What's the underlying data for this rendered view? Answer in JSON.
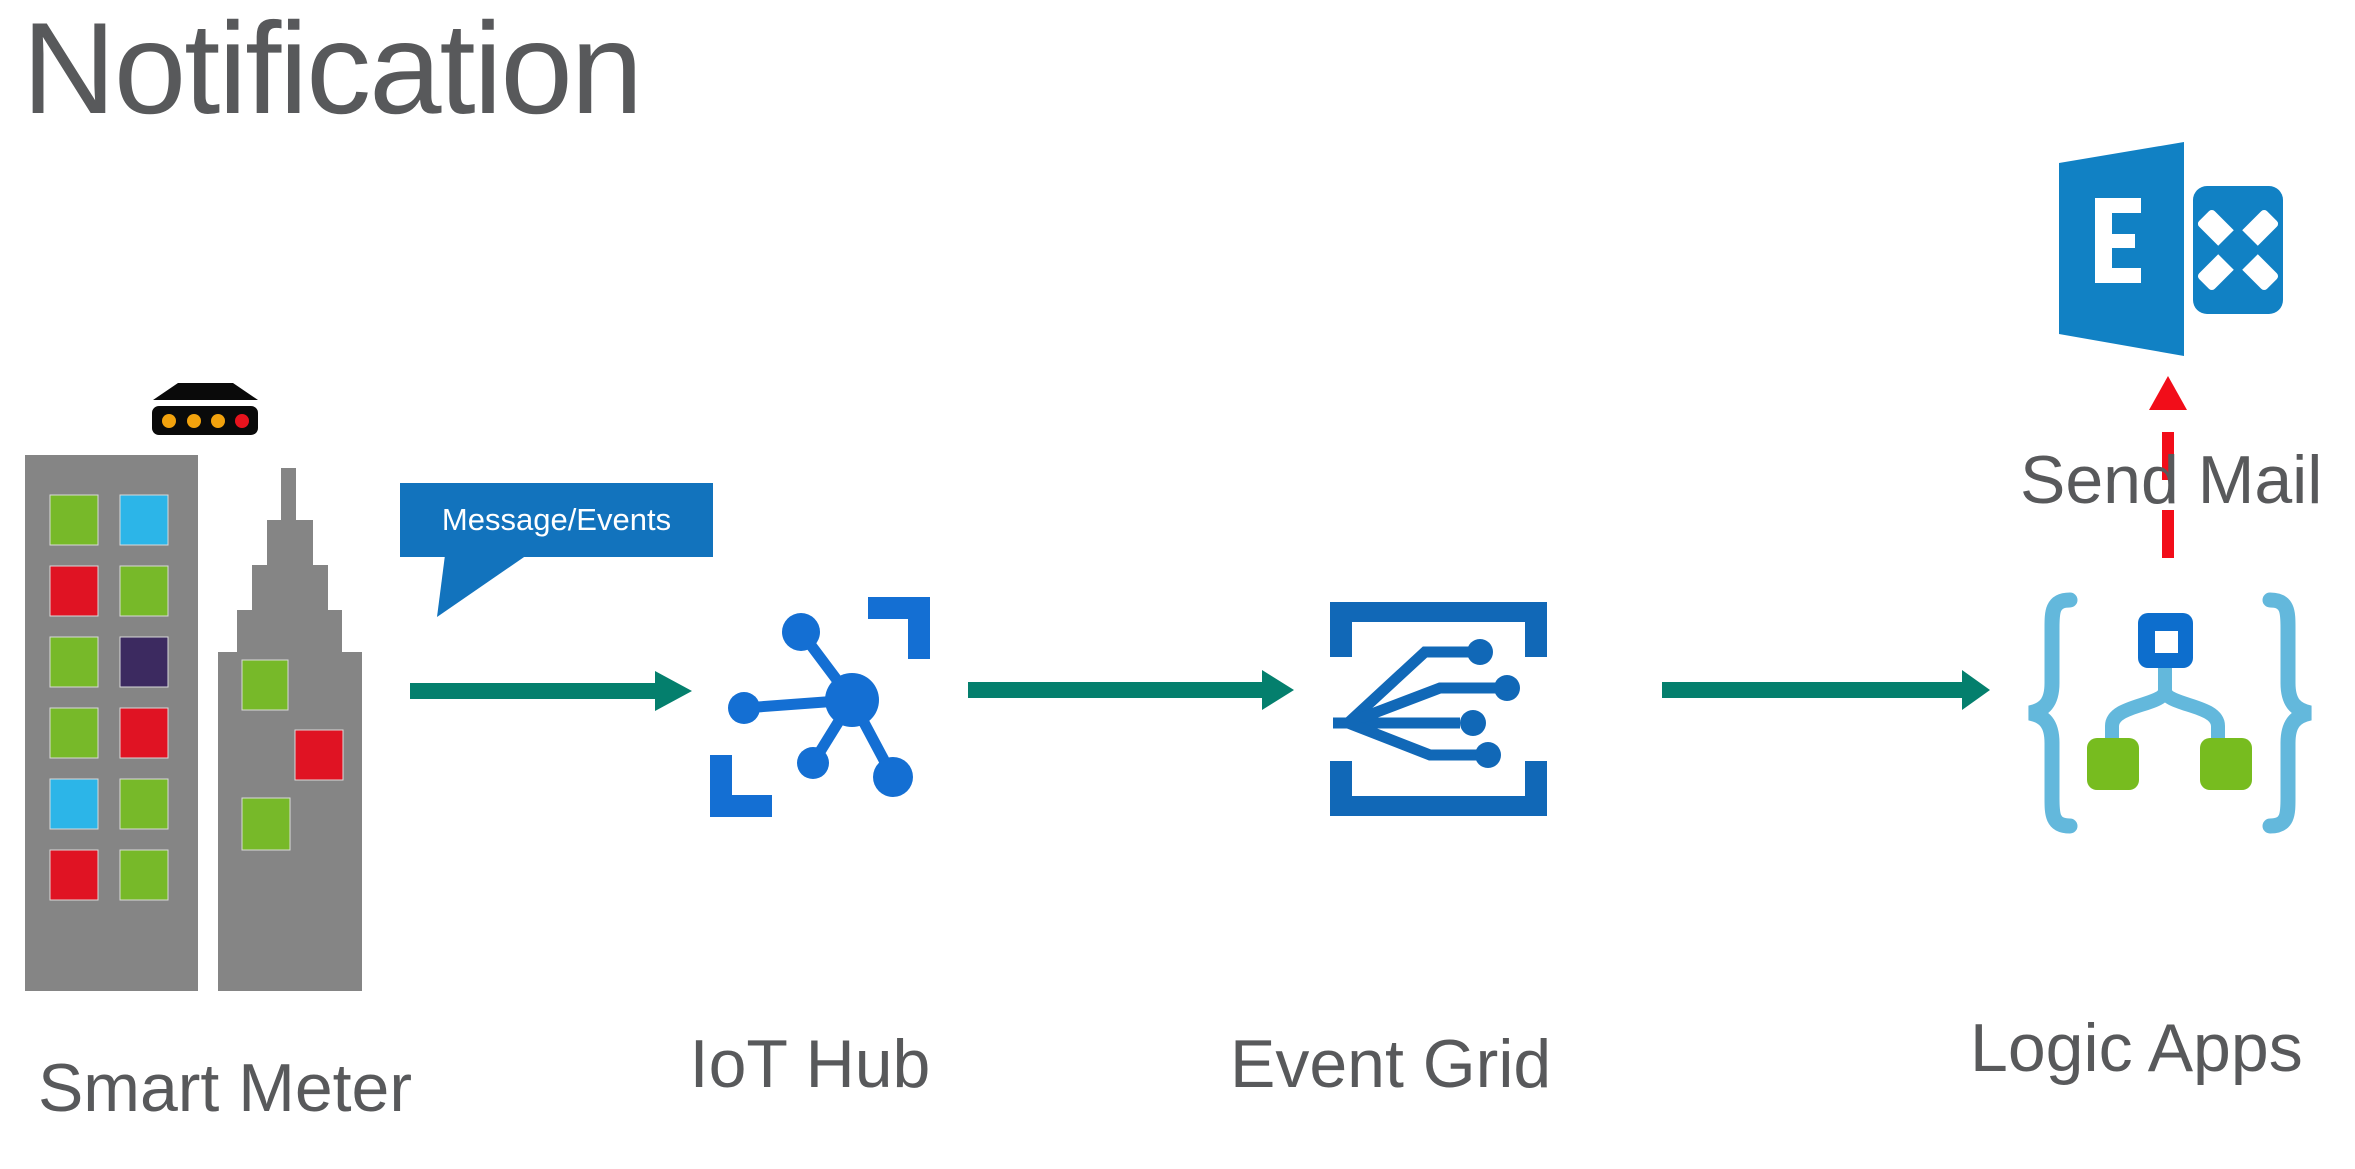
{
  "title": "Notification",
  "bubble": {
    "label": "Message/Events"
  },
  "nodes": [
    {
      "id": "smart-meter",
      "label": "Smart Meter"
    },
    {
      "id": "iot-hub",
      "label": "IoT Hub"
    },
    {
      "id": "event-grid",
      "label": "Event Grid"
    },
    {
      "id": "logic-apps",
      "label": "Logic Apps"
    }
  ],
  "output": {
    "label": "Send Mail"
  },
  "colors": {
    "label_gray": "#58595b",
    "flow_arrow_teal": "#047f6d",
    "bubble_blue": "#1273bd",
    "iot_hub_blue": "#146fd3",
    "event_grid_blue": "#1168b7",
    "logic_apps_brace_blue": "#63b8dc",
    "logic_apps_node_blue": "#0d6ecd",
    "logic_apps_green": "#77bc1f",
    "exchange_blue": "#1181c4",
    "alert_red": "#f20d19",
    "building_gray": "#858585",
    "window_green": "#77b929",
    "window_cyan": "#2cb5e8",
    "window_red": "#e01323",
    "window_purple": "#3c2a60",
    "device_black": "#0a0a0a",
    "device_amber": "#f2a20d"
  }
}
